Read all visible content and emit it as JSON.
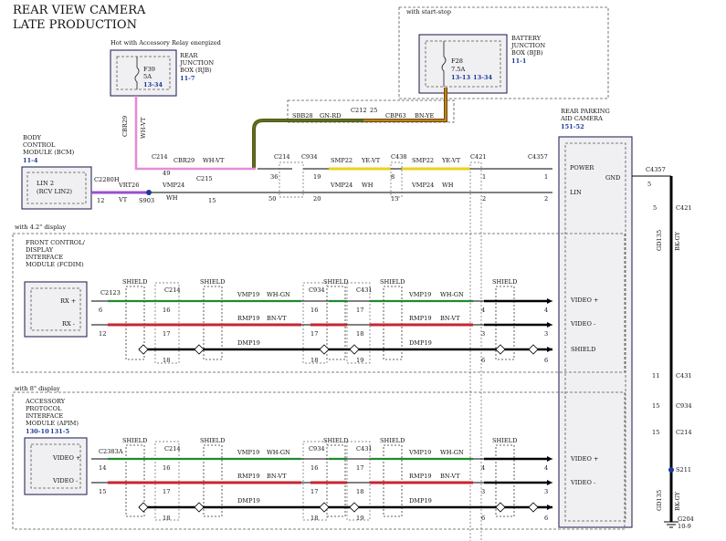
{
  "title": {
    "line1": "REAR VIEW CAMERA",
    "line2": "LATE PRODUCTION"
  },
  "colors": {
    "pink": "#e58cd6",
    "purple": "#9b4fd0",
    "yellow": "#e8d21e",
    "green": "#1f8a2f",
    "red": "#c62631",
    "orange": "#e08a18",
    "olive": "#6b4b10",
    "black": "#000000",
    "blue": "#1a3a9c"
  },
  "rjb": {
    "note": "Hot with Accessory Relay energized",
    "name1": "REAR",
    "name2": "JUNCTION",
    "name3": "BOX (RJB)",
    "ref": "11-7",
    "fuse": "F39",
    "amps": "5A",
    "fuse_ref": "13-34"
  },
  "bjb": {
    "note": "with start-stop",
    "name1": "BATTERY",
    "name2": "JUNCTION",
    "name3": "BOX (BJB)",
    "ref": "11-1",
    "fuse": "F28",
    "amps": "7.5A",
    "fuse_ref1": "13-13",
    "fuse_ref2": "13-34"
  },
  "bcm": {
    "name1": "BODY",
    "name2": "CONTROL",
    "name3": "MODULE (BCM)",
    "ref": "11-4",
    "pin_name1": "LIN 2",
    "pin_name2": "(RCV LIN2)",
    "connector": "C2280H",
    "pin": "12"
  },
  "camera": {
    "name1": "REAR PARKING",
    "name2": "AID CAMERA",
    "ref": "151-52",
    "power": "POWER",
    "lin": "LIN",
    "gnd": "GND",
    "video_pos": "VIDEO +",
    "video_neg": "VIDEO -",
    "shield": "SHIELD"
  },
  "power_wire": {
    "c_rjb": "CBR29",
    "wht": "WH-VT",
    "c214": "C214",
    "pin49": "49",
    "label_circuit": "CBR29",
    "label_color": "WH-VT",
    "c214b": "C214",
    "pin36": "36",
    "sbb": "SBB28",
    "gnrd": "GN-RD",
    "c212": "C212",
    "p25": "25",
    "cbp": "CBP63",
    "bnye": "BN-YE",
    "c934": "C934",
    "p19": "19",
    "smp22a": "SMP22",
    "yevt_a": "YE-VT",
    "c438": "C438",
    "p8": "8",
    "smp22b": "SMP22",
    "yevt_b": "YE-VT",
    "c421": "C421",
    "p1": "1",
    "c4357": "C4357",
    "p1b": "1"
  },
  "lin_wire": {
    "vrt": "VRT26",
    "vt": "VT",
    "s903": "S903",
    "c215": "C215",
    "vmp": "VMP24",
    "wh": "WH",
    "p15": "15",
    "p50": "50",
    "p20": "20",
    "vmp2": "VMP24",
    "wh2": "WH",
    "p13": "13",
    "vmp3": "VMP24",
    "wh3": "WH",
    "p2": "2",
    "p2b": "2"
  },
  "display42": {
    "note": "with 4.2\" display",
    "name1": "FRONT CONTROL/",
    "name2": "DISPLAY",
    "name3": "INTERFACE",
    "name4": "MODULE (FCDIM)",
    "pos": "RX +",
    "neg": "RX -",
    "conn": "C2123"
  },
  "display8": {
    "note": "with 8\" display",
    "name1": "ACCESSORY",
    "name2": "PROTOCOL",
    "name3": "INTERFACE",
    "name4": "MODULE (APIM)",
    "ref1": "130-10",
    "ref2": "131-5",
    "pos": "VIDEO +",
    "neg": "VIDEO -",
    "conn": "C2383A"
  },
  "video": {
    "shield": "SHIELD",
    "c214": "C214",
    "c934": "C934",
    "c431": "C431",
    "vmp": "VMP19",
    "whgn": "WH-GN",
    "rmp": "RMP19",
    "bnvt": "BN-VT",
    "dmp": "DMP19"
  },
  "pins_top": {
    "pos": [
      "6",
      "16",
      "16",
      "17",
      "4",
      "4"
    ],
    "neg": [
      "12",
      "17",
      "17",
      "18",
      "3",
      "3"
    ],
    "sh": [
      "18",
      "18",
      "19",
      "6",
      "6"
    ]
  },
  "pins_bot": {
    "pos": [
      "14",
      "16",
      "16",
      "17",
      "4",
      "4"
    ],
    "neg": [
      "15",
      "17",
      "17",
      "18",
      "3",
      "3"
    ],
    "sh": [
      "18",
      "18",
      "19",
      "6",
      "6"
    ]
  },
  "ground": {
    "c4357": "C4357",
    "p5": "5",
    "c421": "C421",
    "p5b": "5",
    "gd": "GD135",
    "bkgy": "BK-GY",
    "p11": "11",
    "c431": "C431",
    "p15a": "15",
    "c934": "C934",
    "p15b": "15",
    "c214": "C214",
    "s211": "S211",
    "gd2": "GD135",
    "bkgy2": "BK-GY",
    "g204": "G204",
    "g204ref": "10-9"
  }
}
